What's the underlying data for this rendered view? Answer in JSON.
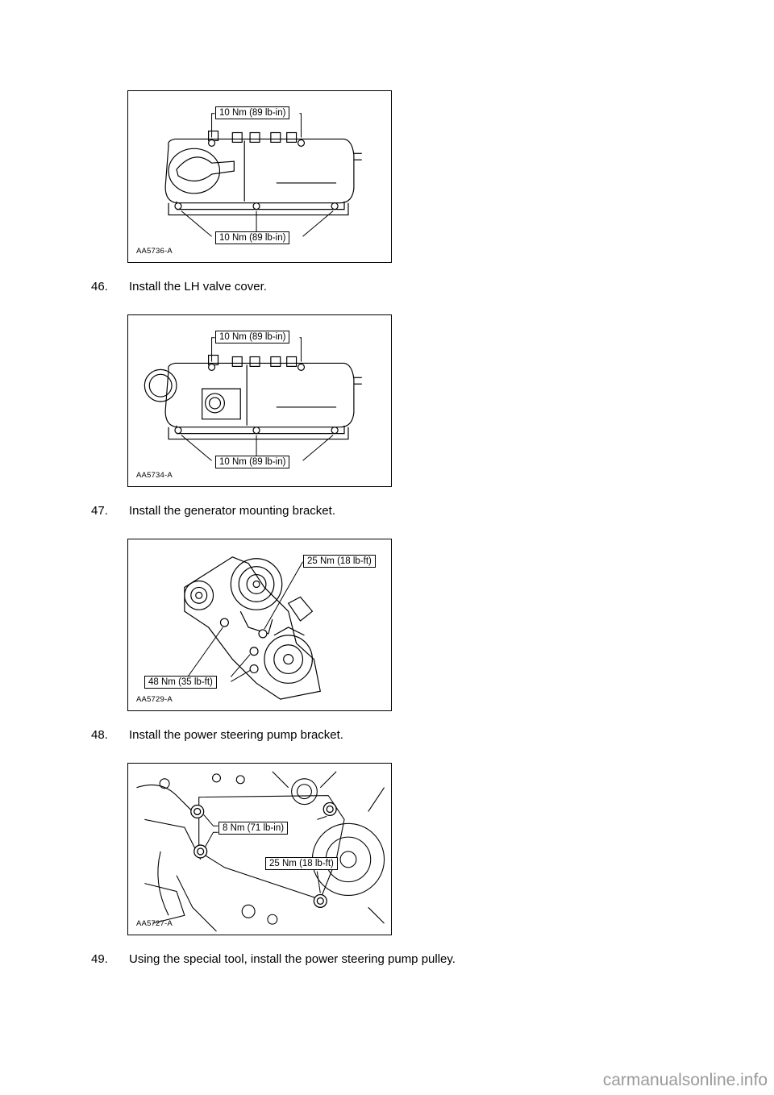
{
  "figures": [
    {
      "id": "AA5736-A",
      "callouts": [
        "10 Nm (89 lb-in)",
        "10 Nm (89 lb-in)"
      ]
    },
    {
      "id": "AA5734-A",
      "callouts": [
        "10 Nm (89 lb-in)",
        "10 Nm (89 lb-in)"
      ]
    },
    {
      "id": "AA5729-A",
      "callouts": [
        "25 Nm (18 lb-ft)",
        "48 Nm (35 lb-ft)"
      ]
    },
    {
      "id": "AA5727-A",
      "callouts": [
        "8 Nm (71 lb-in)",
        "25 Nm (18 lb-ft)"
      ]
    }
  ],
  "steps": [
    {
      "number": "46.",
      "text": "Install the LH valve cover."
    },
    {
      "number": "47.",
      "text": "Install the generator mounting bracket."
    },
    {
      "number": "48.",
      "text": "Install the power steering pump bracket."
    },
    {
      "number": "49.",
      "text": "Using the special tool, install the power steering pump pulley."
    }
  ],
  "watermark": "carmanualsonline.info"
}
